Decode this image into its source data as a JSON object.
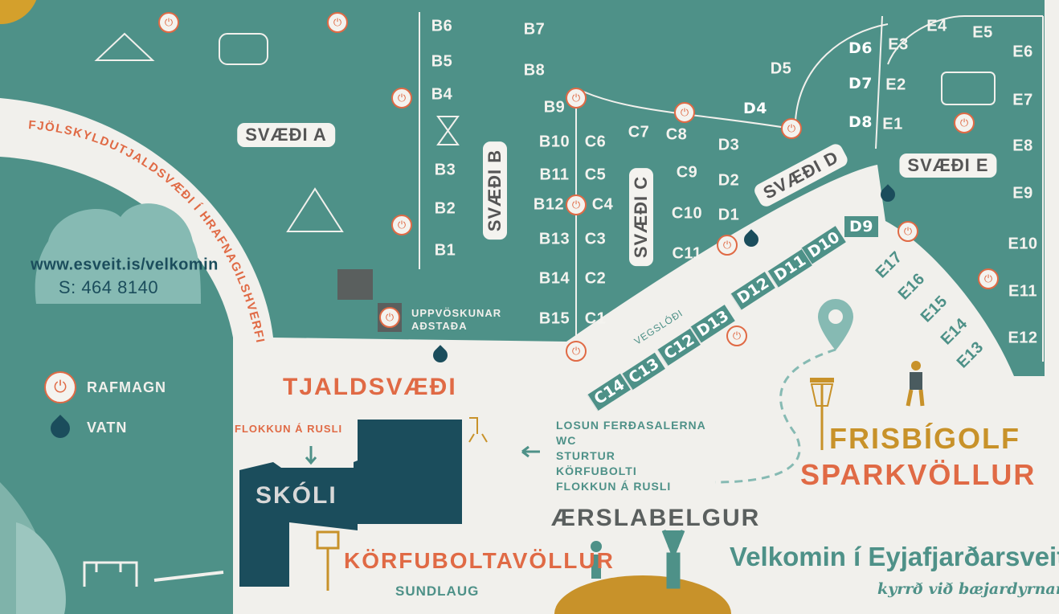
{
  "map": {
    "road_label": "FJÖLSKYLDUTJALDSVÆÐI Í HRAFNAGILSHVERFI",
    "website": "www.esveit.is/velkomin",
    "phone": "S: 464 8140",
    "zones": {
      "a": "SVÆÐI A",
      "b": "SVÆÐI B",
      "c": "SVÆÐI C",
      "d": "SVÆÐI D",
      "e": "SVÆÐI E"
    },
    "b_sites": [
      "B1",
      "B2",
      "B3",
      "B4",
      "B5",
      "B6",
      "B7",
      "B8",
      "B9",
      "B10",
      "B11",
      "B12",
      "B13",
      "B14",
      "B15"
    ],
    "c_sites": [
      "C1",
      "C2",
      "C3",
      "C4",
      "C5",
      "C6",
      "C7",
      "C8",
      "C9",
      "C10",
      "C11",
      "C12",
      "C13",
      "C14"
    ],
    "d_sites": [
      "D1",
      "D2",
      "D3",
      "D4",
      "D5",
      "D6",
      "D7",
      "D8",
      "D9",
      "D10",
      "D11",
      "D12",
      "D13"
    ],
    "e_sites": [
      "E1",
      "E2",
      "E3",
      "E4",
      "E5",
      "E6",
      "E7",
      "E8",
      "E9",
      "E10",
      "E11",
      "E12",
      "E13",
      "E14",
      "E15",
      "E16",
      "E17"
    ],
    "vegslodi": "VEGSLÓÐI",
    "legend": {
      "electricity": "RAFMAGN",
      "water": "VATN"
    },
    "dishwashing": "UPPVÖSKUNAR AÐSTAÐA",
    "campsite": "TJALDSVÆÐI",
    "recycling": "FLOKKUN Á RUSLI",
    "school": "SKÓLI",
    "facilities": [
      "LOSUN FERÐASALERNA",
      "WC",
      "STURTUR",
      "KÖRFUBOLTI",
      "FLOKKUN Á RUSLI"
    ],
    "frisbee": "FRISBÍGOLF",
    "football": "SPARKVÖLLUR",
    "bouncy": "ÆRSLABELGUR",
    "basketball": "KÖRFUBOLTAVÖLLUR",
    "pool": "SUNDLAUG",
    "welcome": "Velkomin í Eyjafjarðarsveit",
    "tagline": "kyrrð við bæjardyrnar"
  },
  "colors": {
    "teal": "#4e9188",
    "light": "#f1f0ec",
    "navy": "#1b4d5c",
    "orange": "#e06a45",
    "gold": "#c8922a"
  }
}
